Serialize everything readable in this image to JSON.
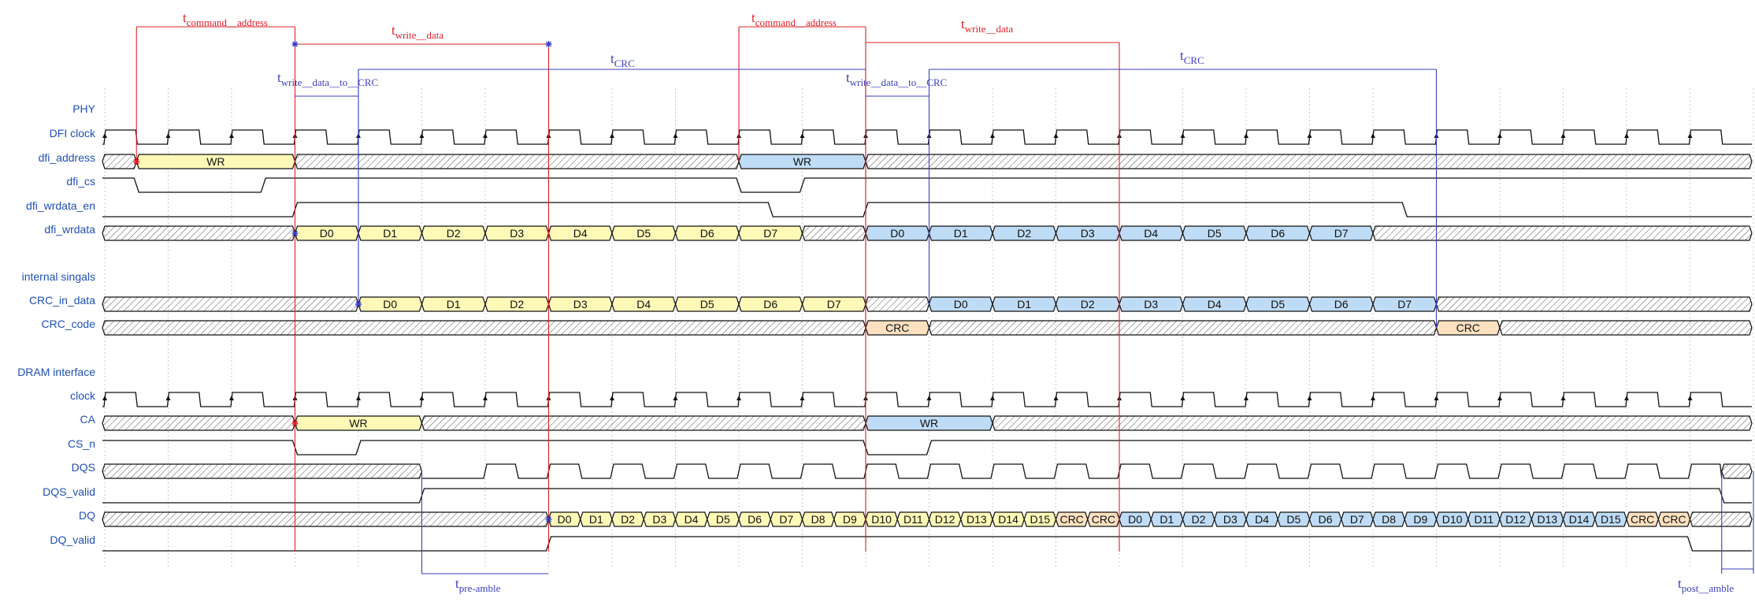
{
  "colors": {
    "label": "#1f4fb3",
    "wave": "#111111",
    "yellow": "#fff9b8",
    "blue": "#bfdcf6",
    "orange": "#fde0c0",
    "red": "#e0202a",
    "purple": "#3a3fbf",
    "grid": "#c8c8c8"
  },
  "labels": {
    "phy": "PHY",
    "internal": "internal singals",
    "dram": "DRAM interface",
    "dfi_clock": "DFI clock",
    "dfi_address": "dfi_address",
    "dfi_cs": "dfi_cs",
    "dfi_wrdata_en": "dfi_wrdata_en",
    "dfi_wrdata": "dfi_wrdata",
    "crc_in_data": "CRC_in_data",
    "crc_code": "CRC_code",
    "clock": "clock",
    "ca": "CA",
    "cs_n": "CS_n",
    "dqs": "DQS",
    "dqs_valid": "DQS_valid",
    "dq": "DQ",
    "dq_valid": "DQ_valid"
  },
  "timing": {
    "t1": {
      "base": "t",
      "sub": "command__address"
    },
    "t2": {
      "base": "t",
      "sub": "write__data"
    },
    "t3": {
      "base": "t",
      "sub": "CRC"
    },
    "t4": {
      "base": "t",
      "sub": "write__data__to__CRC"
    },
    "t5": {
      "base": "t",
      "sub": "command__address"
    },
    "t6": {
      "base": "t",
      "sub": "write__data"
    },
    "t7": {
      "base": "t",
      "sub": "CRC"
    },
    "t8": {
      "base": "t",
      "sub": "write__data__to__CRC"
    },
    "t9": {
      "base": "t",
      "sub": "pre-amble"
    },
    "t10": {
      "base": "t",
      "sub": "post__amble"
    }
  },
  "segments": {
    "dfi_address": [
      "WR",
      "WR"
    ],
    "dfi_wrdata": [
      "D0",
      "D1",
      "D2",
      "D3",
      "D4",
      "D5",
      "D6",
      "D7",
      "D0",
      "D1",
      "D2",
      "D3",
      "D4",
      "D5",
      "D6",
      "D7"
    ],
    "crc_in_data": [
      "D0",
      "D1",
      "D2",
      "D3",
      "D4",
      "D5",
      "D6",
      "D7",
      "D0",
      "D1",
      "D2",
      "D3",
      "D4",
      "D5",
      "D6",
      "D7"
    ],
    "crc_code": [
      "CRC",
      "CRC"
    ],
    "ca": [
      "WR",
      "WR"
    ],
    "dq": [
      "D0",
      "D1",
      "D2",
      "D3",
      "D4",
      "D5",
      "D6",
      "D7",
      "D8",
      "D9",
      "D10",
      "D11",
      "D12",
      "D13",
      "D14",
      "D15",
      "CRC",
      "CRC",
      "D0",
      "D1",
      "D2",
      "D3",
      "D4",
      "D5",
      "D6",
      "D7",
      "D8",
      "D9",
      "D10",
      "D11",
      "D12",
      "D13",
      "D14",
      "D15",
      "CRC",
      "CRC"
    ]
  }
}
